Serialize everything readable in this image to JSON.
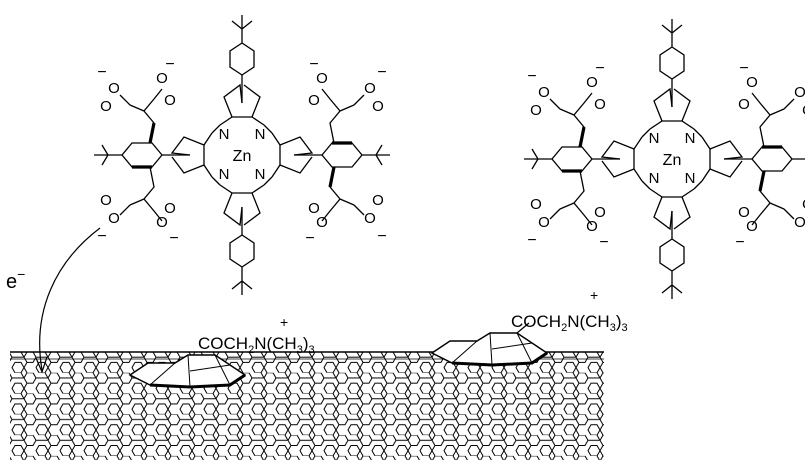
{
  "electron": {
    "base": "e",
    "charge": "−"
  },
  "porphyrin_atoms": {
    "metal": "Zn",
    "nitrogen": "N"
  },
  "carboxylate": {
    "oxygen": "O",
    "charge": "−"
  },
  "ammonium_group": {
    "left_main": "COCH",
    "sub2": "2",
    "mid": "N(CH",
    "sub3": "3",
    "end": ")",
    "end_sub": "3",
    "charge": "+"
  }
}
